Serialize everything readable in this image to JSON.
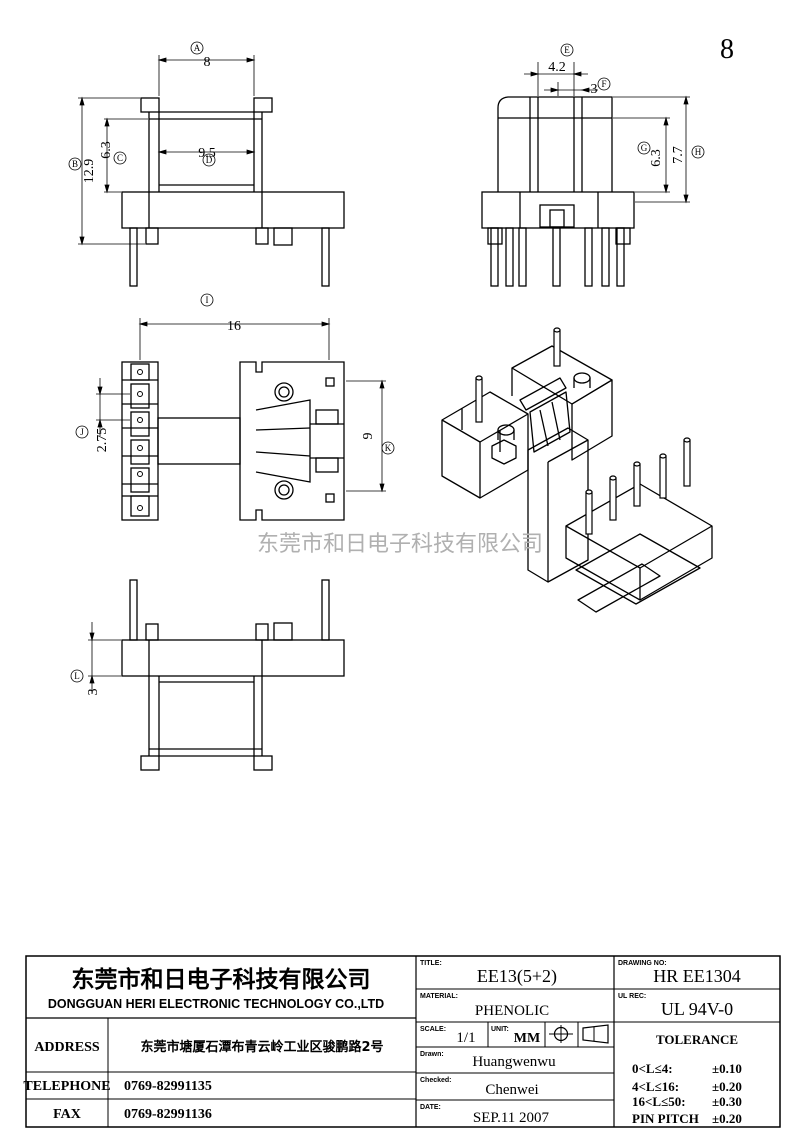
{
  "page_number": "8",
  "watermark": "东莞市和日电子科技有限公司",
  "dimensions": {
    "A_circle": "A",
    "A": "8",
    "B_circle": "B",
    "B": "12.9",
    "C_circle": "C",
    "C": "6.3",
    "D_circle": "D",
    "D": "9.5",
    "E_circle": "E",
    "E": "4.2",
    "F_circle": "F",
    "F": "3",
    "G_circle": "G",
    "G": "6.3",
    "H_circle": "H",
    "H": "7.7",
    "I_circle": "I",
    "I": "16",
    "J_circle": "J",
    "J": "2.75",
    "K_circle": "K",
    "K": "9",
    "L_circle": "L",
    "L": "3"
  },
  "title_block": {
    "company_cn": "东莞市和日电子科技有限公司",
    "company_en": "DONGGUAN HERI ELECTRONIC TECHNOLOGY CO.,LTD",
    "address_label": "ADDRESS",
    "address_value": "东莞市塘厦石潭布青云岭工业区骏鹏路2号",
    "telephone_label": "TELEPHONE",
    "telephone_value": "0769-82991135",
    "fax_label": "FAX",
    "fax_value": "0769-82991136",
    "title_label": "TITLE:",
    "title_value": "EE13(5+2)",
    "material_label": "MATERIAL:",
    "material_value": "PHENOLIC",
    "scale_label": "SCALE:",
    "scale_value": "1/1",
    "unit_label": "UNIT:",
    "unit_value": "MM",
    "drawn_label": "Drawn:",
    "drawn_value": "Huangwenwu",
    "checked_label": "Checked:",
    "checked_value": "Chenwei",
    "date_label": "DATE:",
    "date_value": "SEP.11 2007",
    "drawing_no_label": "DRAWING NO:",
    "drawing_no_value": "HR EE1304",
    "ul_label": "UL REC:",
    "ul_value": "UL 94V-0",
    "tolerance_label": "TOLERANCE",
    "tolerances": [
      {
        "range": "0<L≤4:",
        "value": "±0.10"
      },
      {
        "range": "4<L≤16:",
        "value": "±0.20"
      },
      {
        "range": "16<L≤50:",
        "value": "±0.30"
      },
      {
        "range": "PIN PITCH",
        "value": "±0.20"
      }
    ]
  }
}
